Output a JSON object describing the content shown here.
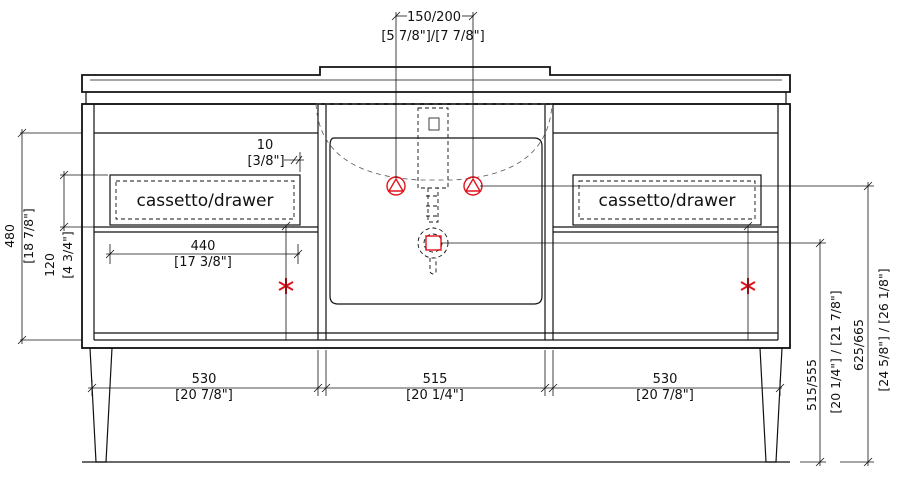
{
  "drawing": {
    "drawer_label_left": "cassetto/drawer",
    "drawer_label_right": "cassetto/drawer",
    "dims": {
      "tap_spacing": "150/200",
      "tap_spacing_in": "[5 7/8\"]/[7 7/8\"]",
      "gap": "10",
      "gap_in": "[3/8\"]",
      "drawer_width": "440",
      "drawer_width_in": "[17 3/8\"]",
      "height_480": "480",
      "height_480_in": "[18 7/8\"]",
      "height_120": "120",
      "height_120_in": "[4 3/4\"]",
      "bay_left": "530",
      "bay_left_in": "[20 7/8\"]",
      "bay_center": "515",
      "bay_center_in": "[20 1/4\"]",
      "bay_right": "530",
      "bay_right_in": "[20 7/8\"]",
      "drain_height": "515/555",
      "drain_height_in": "[20 1/4\"] / [21 7/8\"]",
      "supply_height": "625/665",
      "supply_height_in": "[24 5/8\"] / [26 1/8\"]"
    },
    "colors": {
      "line": "#111111",
      "marker": "#e0141e"
    }
  }
}
